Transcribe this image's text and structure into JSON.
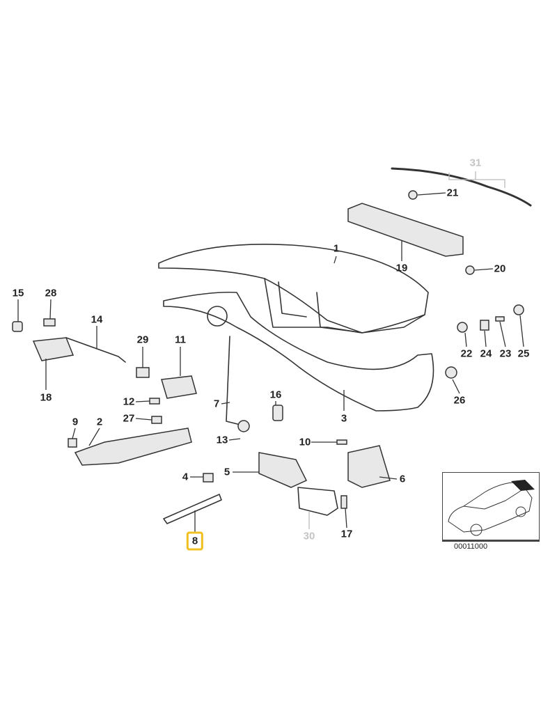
{
  "diagram": {
    "highlight_color": "#f0c020",
    "labels": {
      "p1": "1",
      "p2": "2",
      "p3": "3",
      "p4": "4",
      "p5": "5",
      "p6": "6",
      "p7": "7",
      "p8": "8",
      "p9": "9",
      "p10": "10",
      "p11": "11",
      "p12": "12",
      "p13": "13",
      "p14": "14",
      "p15": "15",
      "p16": "16",
      "p17": "17",
      "p18": "18",
      "p19": "19",
      "p20": "20",
      "p21": "21",
      "p22": "22",
      "p23": "23",
      "p24": "24",
      "p25": "25",
      "p26": "26",
      "p27": "27",
      "p28": "28",
      "p29": "29",
      "p30": "30",
      "p31": "31"
    },
    "selected_part": "8",
    "inset_code": "00011000"
  }
}
